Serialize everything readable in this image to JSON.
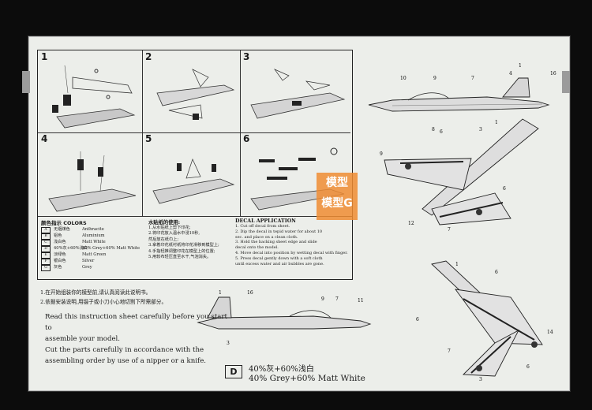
{
  "steps": [
    "1",
    "2",
    "3",
    "4",
    "5",
    "6"
  ],
  "colors": {
    "title": "颜色指示 COLORS",
    "items": [
      {
        "code": "A",
        "zh": "无烟煤色",
        "en": "Anthracite"
      },
      {
        "code": "B",
        "zh": "铝色",
        "en": "Aluminium"
      },
      {
        "code": "C",
        "zh": "浅白色",
        "en": "Matt White"
      },
      {
        "code": "D",
        "zh": "40%灰+60%浅白",
        "en": "40% Grey+60% Matt White"
      },
      {
        "code": "E",
        "zh": "淡绿色",
        "en": "Matt Green"
      },
      {
        "code": "F",
        "zh": "银白色",
        "en": "Silver"
      },
      {
        "code": "G",
        "zh": "灰色",
        "en": "Grey"
      }
    ]
  },
  "water": {
    "title": "水贴纸的使用:",
    "lines": [
      "1.从水贴纸上剪下印花;",
      "2.将印花放入温水中浸10秒,",
      "然后放在纸巾上;",
      "3.拿着印花纸衬纸将印花滑移到模型上;",
      "4.手指轻推调整印花在模型上的位置;",
      "5.用软布轻压直至水干,气泡消失。"
    ]
  },
  "decal": {
    "title": "DECAL APPLICATION",
    "lines": [
      "1. Cut off decal from sheet.",
      "2. Dip the decal in tepid water for about 10",
      "   sec. and place on a clean cloth.",
      "3. Hold the backing sheet edge and slide",
      "   decal onto the model.",
      "4. Move decal into position by wetting decal with finger.",
      "5. Press decal gently down with a soft cloth",
      "   until excess water and air bubbles are gone."
    ]
  },
  "notes_zh": [
    "1.在开始组装你的模型前,请认真阅读此说明书。",
    "2.依据安装说明,用镊子或小刀小心地切割下所需部分。"
  ],
  "notes_en": [
    "Read this instruction sheet carefully before you start to",
    "assemble your model.",
    "Cut the parts carefully in accordance with the",
    "assembling order by use of a nipper or a knife."
  ],
  "paint": {
    "code": "D",
    "zh": "40%灰+60%浅白",
    "en": "40% Grey+60% Matt White"
  },
  "callouts": {
    "top_side": [
      "1",
      "4",
      "16",
      "10",
      "9",
      "7",
      "8",
      "3"
    ],
    "bottom_side": [
      "1",
      "16",
      "9",
      "7",
      "11",
      "3"
    ],
    "plan_top": [
      "1",
      "6",
      "9",
      "6",
      "12",
      "7"
    ],
    "plan_bottom": [
      "1",
      "14",
      "6",
      "7",
      "3",
      "6",
      "6"
    ]
  },
  "watermark": [
    "模型",
    "模型G"
  ]
}
